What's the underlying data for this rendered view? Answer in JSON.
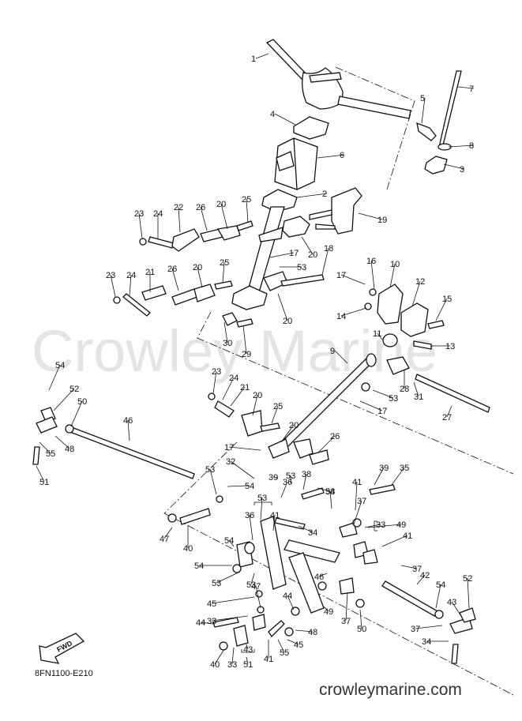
{
  "diagram": {
    "code": "8FN1100-E210",
    "watermark": "Crowley Marine",
    "footer": "crowleymarine.com",
    "forward_badge": "FWD",
    "callouts": [
      {
        "n": "1"
      },
      {
        "n": "7"
      },
      {
        "n": "5"
      },
      {
        "n": "4"
      },
      {
        "n": "8"
      },
      {
        "n": "6"
      },
      {
        "n": "3"
      },
      {
        "n": "2"
      },
      {
        "n": "25"
      },
      {
        "n": "19"
      },
      {
        "n": "22"
      },
      {
        "n": "26"
      },
      {
        "n": "20"
      },
      {
        "n": "23"
      },
      {
        "n": "24"
      },
      {
        "n": "20"
      },
      {
        "n": "18"
      },
      {
        "n": "17"
      },
      {
        "n": "53"
      },
      {
        "n": "16"
      },
      {
        "n": "10"
      },
      {
        "n": "25"
      },
      {
        "n": "23"
      },
      {
        "n": "24"
      },
      {
        "n": "21"
      },
      {
        "n": "26"
      },
      {
        "n": "20"
      },
      {
        "n": "17"
      },
      {
        "n": "12"
      },
      {
        "n": "15"
      },
      {
        "n": "20"
      },
      {
        "n": "14"
      },
      {
        "n": "11"
      },
      {
        "n": "30"
      },
      {
        "n": "29"
      },
      {
        "n": "13"
      },
      {
        "n": "9"
      },
      {
        "n": "54"
      },
      {
        "n": "23"
      },
      {
        "n": "24"
      },
      {
        "n": "28"
      },
      {
        "n": "52"
      },
      {
        "n": "21"
      },
      {
        "n": "53"
      },
      {
        "n": "31"
      },
      {
        "n": "50"
      },
      {
        "n": "20"
      },
      {
        "n": "17"
      },
      {
        "n": "25"
      },
      {
        "n": "27"
      },
      {
        "n": "46"
      },
      {
        "n": "20"
      },
      {
        "n": "55"
      },
      {
        "n": "48"
      },
      {
        "n": "17"
      },
      {
        "n": "26"
      },
      {
        "n": "51"
      },
      {
        "n": "32"
      },
      {
        "n": "53"
      },
      {
        "n": "54"
      },
      {
        "n": "39"
      },
      {
        "n": "53"
      },
      {
        "n": "38"
      },
      {
        "n": "39"
      },
      {
        "n": "38"
      },
      {
        "n": "35"
      },
      {
        "n": "53"
      },
      {
        "n": "54"
      },
      {
        "n": "41"
      },
      {
        "n": "36"
      },
      {
        "n": "36"
      },
      {
        "n": "41"
      },
      {
        "n": "37"
      },
      {
        "n": "34"
      },
      {
        "n": "33"
      },
      {
        "n": "49"
      },
      {
        "n": "47"
      },
      {
        "n": "40"
      },
      {
        "n": "54"
      },
      {
        "n": "41"
      },
      {
        "n": "54"
      },
      {
        "n": "53"
      },
      {
        "n": "42"
      },
      {
        "n": "46"
      },
      {
        "n": "37"
      },
      {
        "n": "53"
      },
      {
        "n": "44"
      },
      {
        "n": "45"
      },
      {
        "n": "47"
      },
      {
        "n": "33"
      },
      {
        "n": "37"
      },
      {
        "n": "49"
      },
      {
        "n": "50"
      },
      {
        "n": "54"
      },
      {
        "n": "52"
      },
      {
        "n": "43"
      },
      {
        "n": "44"
      },
      {
        "n": "48"
      },
      {
        "n": "37"
      },
      {
        "n": "45"
      },
      {
        "n": "55"
      },
      {
        "n": "34"
      },
      {
        "n": "43"
      },
      {
        "n": "41"
      },
      {
        "n": "40"
      },
      {
        "n": "33"
      },
      {
        "n": "51"
      }
    ]
  }
}
